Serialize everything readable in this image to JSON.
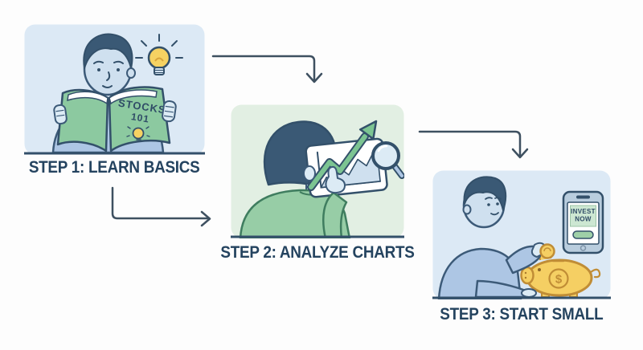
{
  "colors": {
    "background": "#fdfdfd",
    "panel_blue": "#dce9f5",
    "panel_green": "#e2efe3",
    "outline_navy": "#33506a",
    "outline_green": "#3f7d5f",
    "caption_text": "#24435f",
    "arrow": "#3e5060",
    "lightbulb_yellow": "#f6d262",
    "book_green": "#8cc9a0",
    "cloth_blue": "#adc6e4",
    "sweater_green": "#97cda6",
    "skin_blue": "#cfe0ef",
    "piggy_gold": "#f5cf63",
    "piggy_outline": "#c08d36"
  },
  "steps": {
    "step1": {
      "caption": "STEP 1: LEARN BASICS",
      "book_title_line1": "STOCKS",
      "book_title_line2": "101",
      "icons": [
        "idea-lightbulb-icon",
        "stocks-book-icon"
      ]
    },
    "step2": {
      "caption": "STEP 2: ANALYZE CHARTS",
      "icons": [
        "tablet-chart-icon",
        "growth-arrow-icon",
        "magnifier-icon"
      ]
    },
    "step3": {
      "caption": "STEP 3: START SMALL",
      "phone_line1": "INVEST",
      "phone_line2": "NOW",
      "piggy_symbol": "$",
      "icons": [
        "invest-phone-icon",
        "coin-icon",
        "piggy-bank-icon"
      ]
    }
  }
}
